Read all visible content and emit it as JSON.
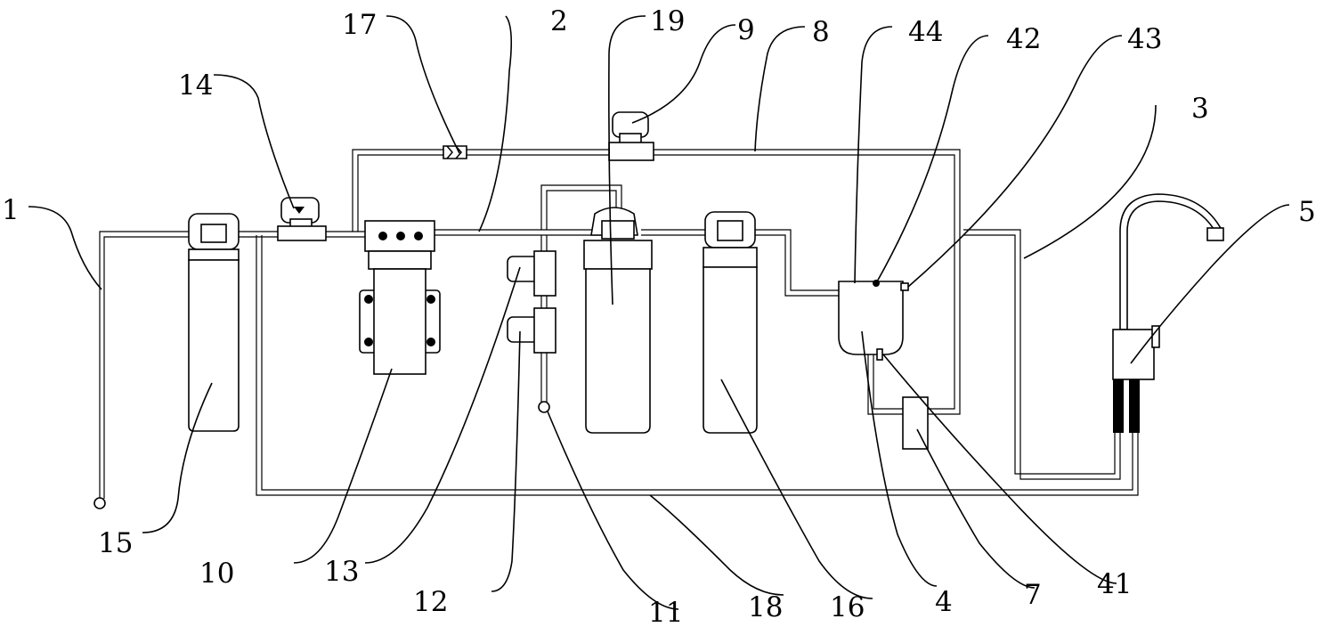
{
  "labels": {
    "l1": "1",
    "l2": "2",
    "l3": "3",
    "l4": "4",
    "l5": "5",
    "l7": "7",
    "l8": "8",
    "l9": "9",
    "l10": "10",
    "l11": "11",
    "l12": "12",
    "l13": "13",
    "l14": "14",
    "l15": "15",
    "l16": "16",
    "l17": "17",
    "l18": "18",
    "l19": "19",
    "l41": "41",
    "l42": "42",
    "l43": "43",
    "l44": "44"
  }
}
